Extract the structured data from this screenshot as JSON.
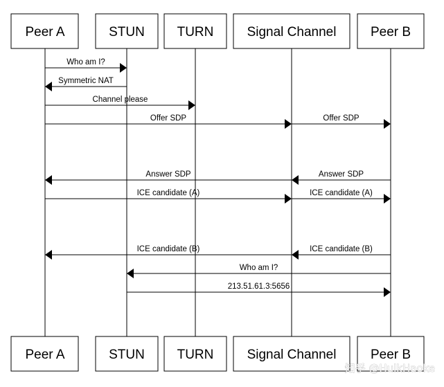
{
  "participants": [
    {
      "id": "peerA",
      "label": "Peer A"
    },
    {
      "id": "stun",
      "label": "STUN"
    },
    {
      "id": "turn",
      "label": "TURN"
    },
    {
      "id": "signal",
      "label": "Signal Channel"
    },
    {
      "id": "peerB",
      "label": "Peer B"
    }
  ],
  "messages": [
    {
      "from": "peerA",
      "to": "stun",
      "label": "Who am I?"
    },
    {
      "from": "stun",
      "to": "peerA",
      "label": "Symmetric NAT"
    },
    {
      "from": "peerA",
      "to": "turn",
      "label": "Channel please"
    },
    {
      "from": "peerA",
      "to": "signal",
      "label": "Offer SDP"
    },
    {
      "from": "signal",
      "to": "peerB",
      "label": "Offer SDP"
    },
    {
      "from": "signal",
      "to": "peerA",
      "label": "Answer SDP"
    },
    {
      "from": "peerB",
      "to": "signal",
      "label": "Answer SDP"
    },
    {
      "from": "peerA",
      "to": "signal",
      "label": "ICE candidate (A)"
    },
    {
      "from": "signal",
      "to": "peerB",
      "label": "ICE candidate (A)"
    },
    {
      "from": "signal",
      "to": "peerA",
      "label": "ICE candidate (B)"
    },
    {
      "from": "peerB",
      "to": "signal",
      "label": "ICE candidate (B)"
    },
    {
      "from": "peerB",
      "to": "stun",
      "label": "Who am I?"
    },
    {
      "from": "stun",
      "to": "peerB",
      "label": "213.51.61.3:5656"
    }
  ],
  "watermark": "知乎 @HulkHaoke"
}
